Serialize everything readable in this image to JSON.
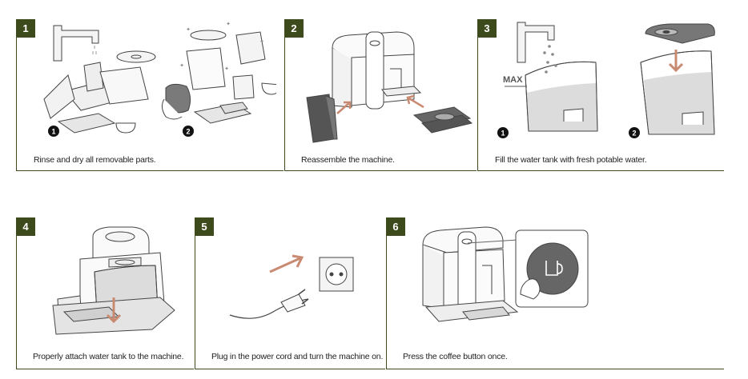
{
  "steps": [
    {
      "number": "1",
      "caption": "Rinse and dry all removable parts.",
      "sub_badges": [
        "1",
        "2"
      ]
    },
    {
      "number": "2",
      "caption": "Reassemble the machine."
    },
    {
      "number": "3",
      "caption": "Fill the water tank with fresh potable water.",
      "sub_badges": [
        "1",
        "2"
      ],
      "max_label": "MAX"
    },
    {
      "number": "4",
      "caption": "Properly attach water tank to the machine."
    },
    {
      "number": "5",
      "caption": "Plug in the power cord and turn the machine on."
    },
    {
      "number": "6",
      "caption": "Press the coffee button once."
    }
  ],
  "colors": {
    "accent": "#3d4a1c",
    "arrow": "#c98a72",
    "water": "#dcdcdc",
    "line": "#444444"
  }
}
